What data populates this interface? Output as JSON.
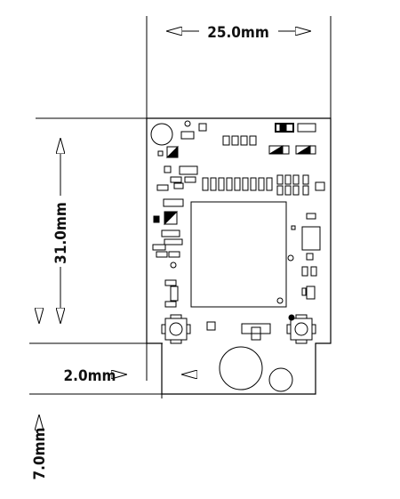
{
  "dimensions": {
    "width": "25.0mm",
    "height": "31.0mm",
    "tab_offset": "2.0mm",
    "tab_height": "7.0mm"
  }
}
